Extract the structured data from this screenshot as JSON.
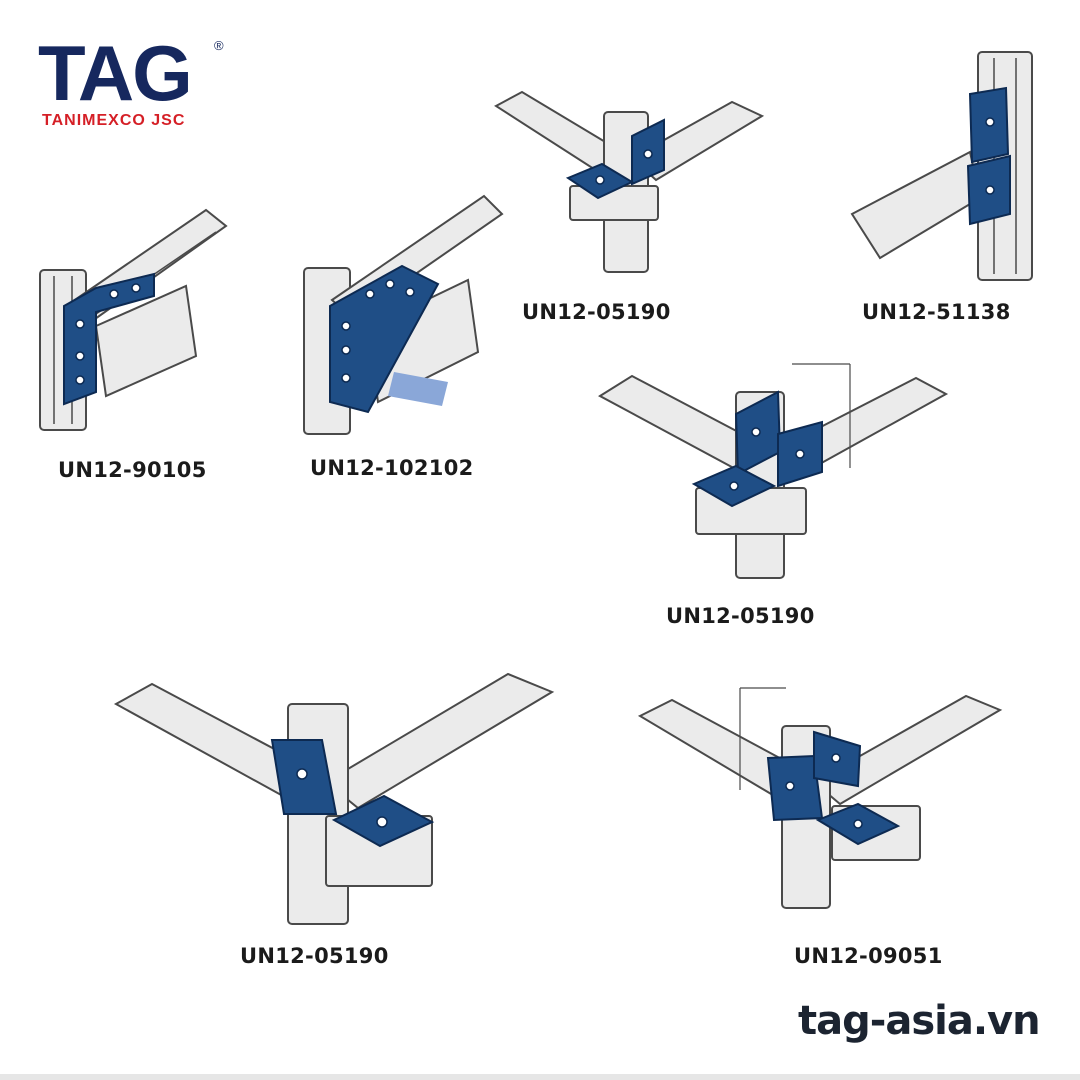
{
  "brand": {
    "logo_text": "TAG",
    "registered_mark": "®",
    "company": "TANIMEXCO JSC",
    "brand_navy": "#16285e",
    "brand_red": "#d51f26"
  },
  "products": [
    {
      "code": "UN12-90105"
    },
    {
      "code": "UN12-102102"
    },
    {
      "code": "UN12-05190"
    },
    {
      "code": "UN12-51138"
    },
    {
      "code": "UN12-05190"
    },
    {
      "code": "UN12-05190"
    },
    {
      "code": "UN12-09051"
    }
  ],
  "website": "tag-asia.vn",
  "colors": {
    "fitting_blue": "#1f4e86",
    "channel_fill": "#ebebeb",
    "channel_stroke": "#4a4a4a",
    "label_text": "#1b1b1b"
  }
}
